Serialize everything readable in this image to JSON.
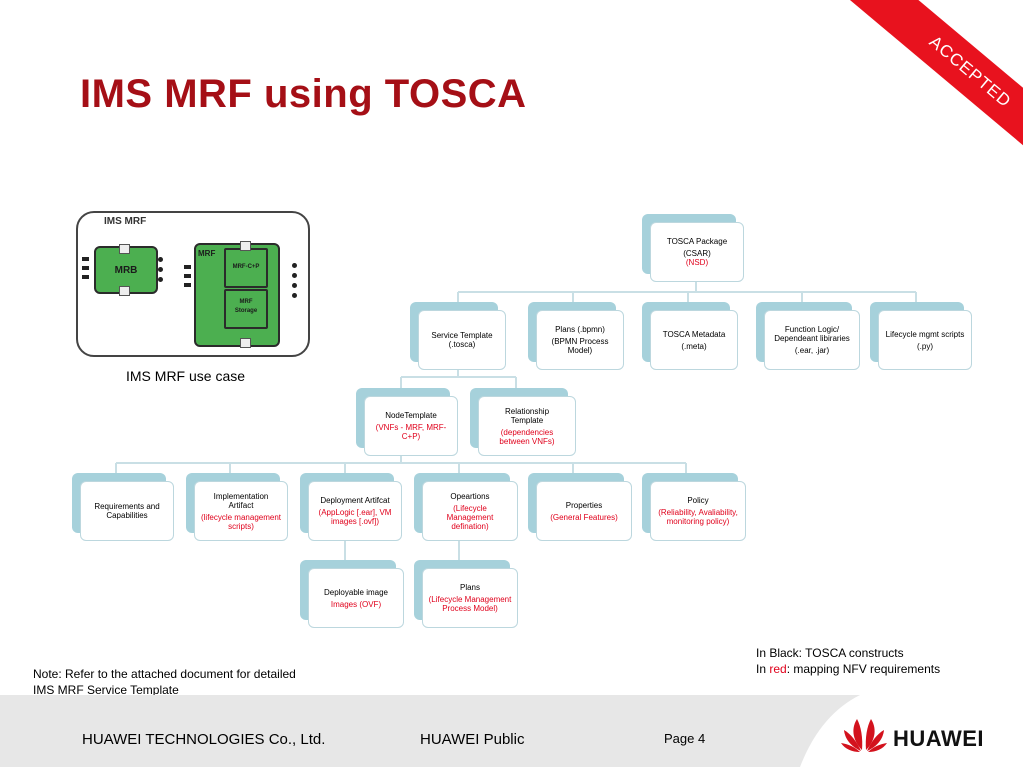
{
  "slide": {
    "title": "IMS MRF using TOSCA",
    "ribbon": "ACCEPTED",
    "ims_panel": {
      "title": "IMS MRF",
      "mrb": "MRB",
      "mrf": "MRF",
      "mrf_cp": "MRF-C+P",
      "mrf_storage_line1": "MRF",
      "mrf_storage_line2": "Storage"
    },
    "use_case_caption": "IMS MRF use case",
    "nodes": {
      "root": {
        "lines": [
          "TOSCA Package",
          "(CSAR)"
        ],
        "red": [
          "(NSD)"
        ]
      },
      "service_template": {
        "lines": [
          "Service Template",
          "(.tosca)"
        ],
        "red": []
      },
      "plans_bpmn": {
        "lines": [
          "Plans (.bpmn)",
          "(BPMN Process Model)"
        ],
        "red": []
      },
      "tosca_metadata": {
        "lines": [
          "TOSCA Metadata",
          "(.meta)"
        ],
        "red": []
      },
      "function_logic": {
        "lines": [
          "Function Logic/",
          "Dependeant libiraries",
          "(.ear,  .jar)"
        ],
        "red": []
      },
      "lifecycle_scripts": {
        "lines": [
          "Lifecycle mgmt scripts",
          "(.py)"
        ],
        "red": []
      },
      "node_template": {
        "lines": [
          "NodeTemplate"
        ],
        "red": [
          "(VNFs - MRF, MRF-C+P)"
        ]
      },
      "relationship_template": {
        "lines": [
          "Relationship Template"
        ],
        "red": [
          "(dependencies between VNFs)"
        ]
      },
      "requirements": {
        "lines": [
          "Requirements and Capabilities"
        ],
        "red": []
      },
      "implementation_artifact": {
        "lines": [
          "Implementation Artifact"
        ],
        "red": [
          "(lifecycle management scripts)"
        ]
      },
      "deployment_artifact": {
        "lines": [
          "Deployment Artifcat"
        ],
        "red": [
          "(AppLogic [.ear], VM images [.ovf])"
        ]
      },
      "operations": {
        "lines": [
          "Opeartions"
        ],
        "red": [
          "(Lifecycle Management defination)"
        ]
      },
      "properties": {
        "lines": [
          "Properties"
        ],
        "red": [
          "(General Features)"
        ]
      },
      "policy": {
        "lines": [
          "Policy"
        ],
        "red": [
          "(Reliability, Avaliability, monitoring policy)"
        ]
      },
      "deployable_image": {
        "lines": [
          "Deployable image"
        ],
        "red": [
          "Images (OVF)"
        ]
      },
      "plans_lifecycle": {
        "lines": [
          "Plans"
        ],
        "red": [
          "(Lifecycle Management Process Model)"
        ]
      }
    },
    "legend": {
      "line1": "In Black: TOSCA constructs",
      "line2_prefix": "In ",
      "line2_red": "red",
      "line2_suffix": ": mapping NFV requirements"
    },
    "note": {
      "line1": "Note: Refer to the attached document for detailed",
      "line2": "IMS MRF Service Template"
    },
    "footer": {
      "company": "HUAWEI TECHNOLOGIES Co., Ltd.",
      "classification": "HUAWEI Public",
      "page": "Page 4",
      "logo_text": "HUAWEI"
    },
    "colors": {
      "title": "#a50f16",
      "ribbon": "#e8121e",
      "node_shadow": "#a6d1db",
      "red_text": "#e0001b",
      "module_green": "#4caf50"
    }
  }
}
